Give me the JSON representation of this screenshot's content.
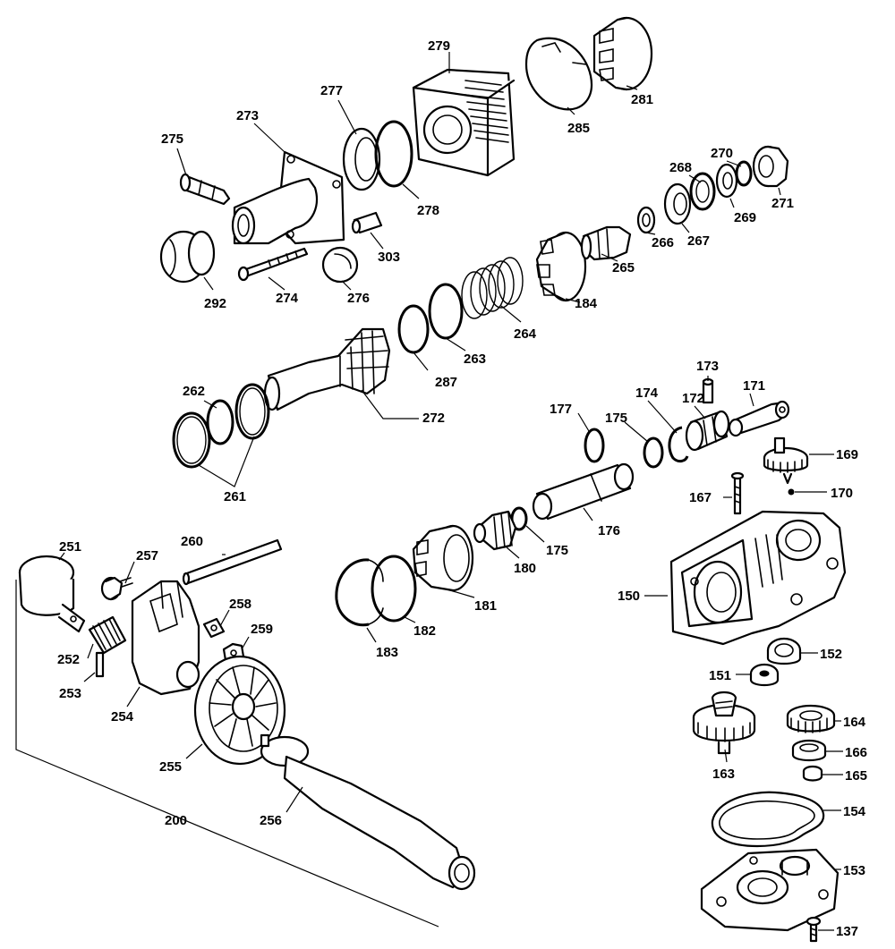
{
  "callouts": [
    {
      "id": "279",
      "label": "279"
    },
    {
      "id": "281",
      "label": "281"
    },
    {
      "id": "285",
      "label": "285"
    },
    {
      "id": "277",
      "label": "277"
    },
    {
      "id": "273",
      "label": "273"
    },
    {
      "id": "275",
      "label": "275"
    },
    {
      "id": "278",
      "label": "278"
    },
    {
      "id": "268",
      "label": "268"
    },
    {
      "id": "270",
      "label": "270"
    },
    {
      "id": "271",
      "label": "271"
    },
    {
      "id": "269",
      "label": "269"
    },
    {
      "id": "267",
      "label": "267"
    },
    {
      "id": "266",
      "label": "266"
    },
    {
      "id": "265",
      "label": "265"
    },
    {
      "id": "303",
      "label": "303"
    },
    {
      "id": "292",
      "label": "292"
    },
    {
      "id": "274",
      "label": "274"
    },
    {
      "id": "276",
      "label": "276"
    },
    {
      "id": "184",
      "label": "184"
    },
    {
      "id": "264",
      "label": "264"
    },
    {
      "id": "263",
      "label": "263"
    },
    {
      "id": "287",
      "label": "287"
    },
    {
      "id": "272",
      "label": "272"
    },
    {
      "id": "262",
      "label": "262"
    },
    {
      "id": "261",
      "label": "261"
    },
    {
      "id": "173",
      "label": "173"
    },
    {
      "id": "171",
      "label": "171"
    },
    {
      "id": "174",
      "label": "174"
    },
    {
      "id": "172",
      "label": "172"
    },
    {
      "id": "177",
      "label": "177"
    },
    {
      "id": "175a",
      "label": "175"
    },
    {
      "id": "169",
      "label": "169"
    },
    {
      "id": "167",
      "label": "167"
    },
    {
      "id": "170",
      "label": "170"
    },
    {
      "id": "176",
      "label": "176"
    },
    {
      "id": "175b",
      "label": "175"
    },
    {
      "id": "180",
      "label": "180"
    },
    {
      "id": "181",
      "label": "181"
    },
    {
      "id": "182",
      "label": "182"
    },
    {
      "id": "183",
      "label": "183"
    },
    {
      "id": "150",
      "label": "150"
    },
    {
      "id": "152",
      "label": "152"
    },
    {
      "id": "151",
      "label": "151"
    },
    {
      "id": "164",
      "label": "164"
    },
    {
      "id": "166",
      "label": "166"
    },
    {
      "id": "165",
      "label": "165"
    },
    {
      "id": "163",
      "label": "163"
    },
    {
      "id": "154",
      "label": "154"
    },
    {
      "id": "153",
      "label": "153"
    },
    {
      "id": "137",
      "label": "137"
    },
    {
      "id": "251",
      "label": "251"
    },
    {
      "id": "257",
      "label": "257"
    },
    {
      "id": "260",
      "label": "260"
    },
    {
      "id": "258",
      "label": "258"
    },
    {
      "id": "259",
      "label": "259"
    },
    {
      "id": "252",
      "label": "252"
    },
    {
      "id": "253",
      "label": "253"
    },
    {
      "id": "254",
      "label": "254"
    },
    {
      "id": "255",
      "label": "255"
    },
    {
      "id": "256",
      "label": "256"
    },
    {
      "id": "200",
      "label": "200"
    }
  ]
}
